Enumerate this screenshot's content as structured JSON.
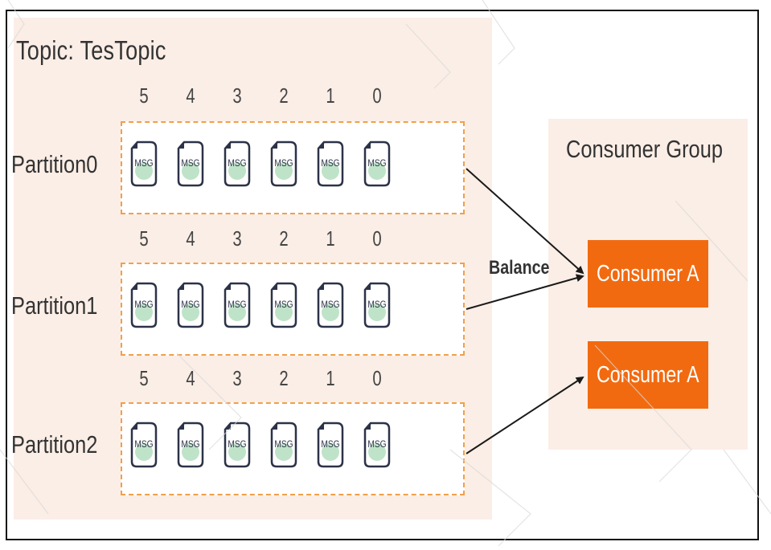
{
  "topic": {
    "title": "Topic: TesTopic"
  },
  "partitions": [
    {
      "label": "Partition0",
      "indices": [
        "5",
        "4",
        "3",
        "2",
        "1",
        "0"
      ]
    },
    {
      "label": "Partition1",
      "indices": [
        "5",
        "4",
        "3",
        "2",
        "1",
        "0"
      ]
    },
    {
      "label": "Partition2",
      "indices": [
        "5",
        "4",
        "3",
        "2",
        "1",
        "0"
      ]
    }
  ],
  "message_label": "MSG",
  "arrow_label": "Balance",
  "consumer_group": {
    "title": "Consumer Group",
    "consumers": [
      {
        "label": "Consumer A"
      },
      {
        "label": "Consumer A"
      }
    ]
  },
  "colors": {
    "panel": "#fbeee6",
    "consumer": "#f26a10",
    "dashed_border": "#f0a04a",
    "msg_outline": "#2c3248",
    "msg_accent": "#bfe3c8"
  }
}
